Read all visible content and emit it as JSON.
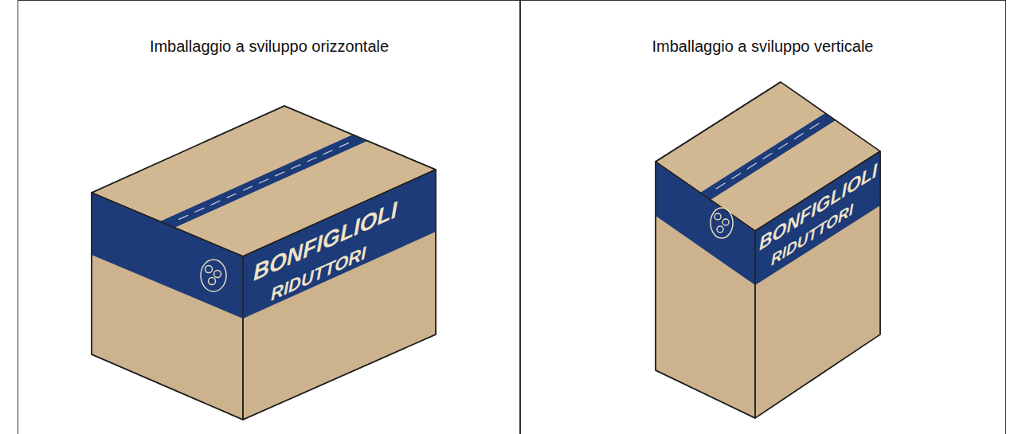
{
  "diagram": {
    "nodes": [
      {
        "text": [
          "Imballaggio a sviluppo orizzontale"
        ]
      },
      {
        "text": [
          "Imballaggio a sviluppo verticale"
        ]
      }
    ],
    "labels": [
      "BONFIGLIOLI",
      "RIDUTTORI",
      "BONFIGLIOLI",
      "RIDUTTORI"
    ]
  }
}
